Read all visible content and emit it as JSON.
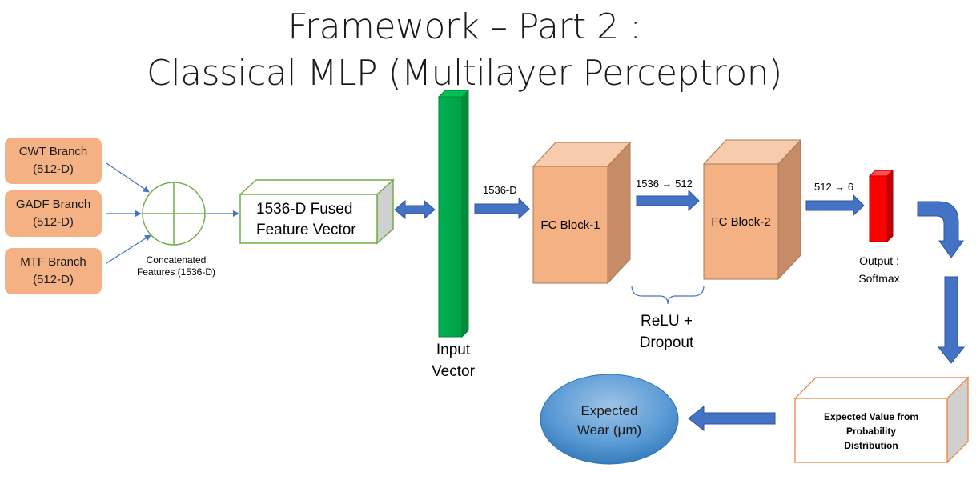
{
  "title": {
    "line1": "Framework – Part 2 :",
    "line2": "Classical MLP (Multilayer Perceptron)"
  },
  "branches": [
    {
      "name": "CWT Branch",
      "dim": "(512-D)"
    },
    {
      "name": "GADF Branch",
      "dim": "(512-D)"
    },
    {
      "name": "MTF Branch",
      "dim": "(512-D)"
    }
  ],
  "concat": {
    "line1": "Concatenated",
    "line2": "Features (1536-D)"
  },
  "fused": {
    "line1": "1536-D Fused",
    "line2": "Feature Vector"
  },
  "input_vector": {
    "line1": "Input",
    "line2": "Vector"
  },
  "arrow_labels": {
    "to_fc1": "1536-D",
    "fc1_to_fc2": "1536 → 512",
    "fc2_to_out": "512 → 6"
  },
  "fc1": {
    "label": "FC Block-1"
  },
  "fc2": {
    "label": "FC Block-2"
  },
  "activation": {
    "line1": "ReLU +",
    "line2": "Dropout"
  },
  "output": {
    "line1": "Output :",
    "line2": "Softmax"
  },
  "expected_value": {
    "line1": "Expected Value from",
    "line2": "Probability",
    "line3": "Distribution"
  },
  "expected_wear": {
    "line1": "Expected",
    "line2": "Wear (μm)"
  },
  "colors": {
    "branch": "#f4b183",
    "arrow": "#4472c4",
    "input_vector": "#00b050",
    "fc_front": "#f4b183",
    "output_block": "#ff0000",
    "fused_border": "#70ad47",
    "expected_border": "#ed7d31"
  }
}
